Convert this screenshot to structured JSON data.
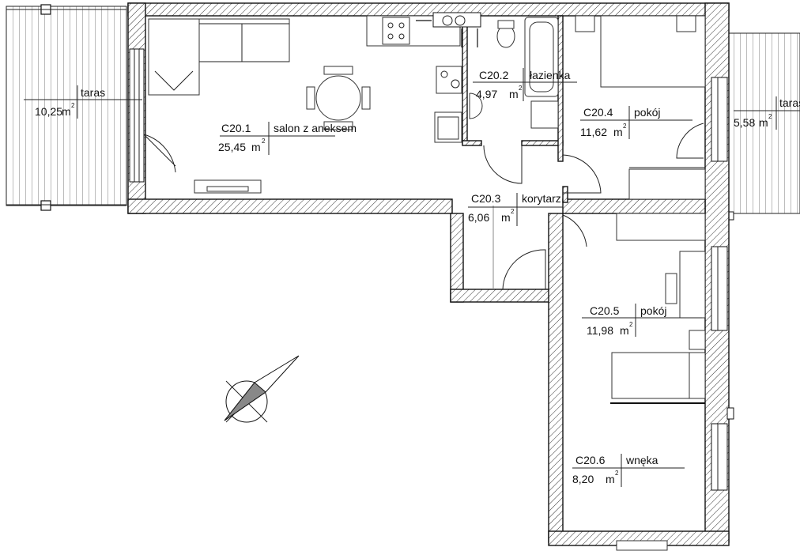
{
  "rooms": [
    {
      "code": "C20.1",
      "name": "salon z aneksem",
      "area": "25,45"
    },
    {
      "code": "C20.2",
      "name": "łazienka",
      "area": "4,97"
    },
    {
      "code": "C20.3",
      "name": "korytarz",
      "area": "6,06"
    },
    {
      "code": "C20.4",
      "name": "pokój",
      "area": "11,62"
    },
    {
      "code": "C20.5",
      "name": "pokój",
      "area": "11,98"
    },
    {
      "code": "C20.6",
      "name": "wnęka",
      "area": "8,20"
    }
  ],
  "terraces": [
    {
      "name": "taras",
      "area": "10,25"
    },
    {
      "name": "taras",
      "area": "5,58"
    }
  ],
  "unit": "m",
  "unit_sup": "2"
}
